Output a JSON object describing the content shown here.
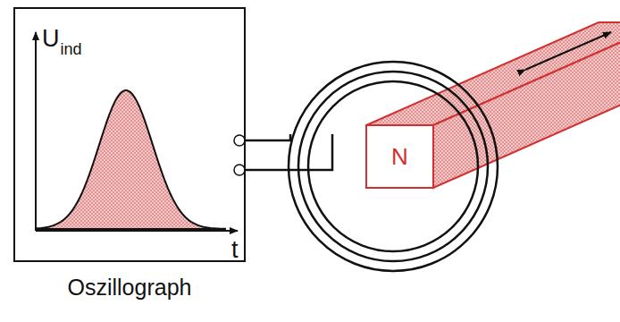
{
  "diagram": {
    "nodes": [
      {
        "text": [
          "Oszillograph"
        ]
      },
      {
        "text": [
          "N"
        ]
      }
    ],
    "labels": [
      "U",
      "ind",
      "t"
    ]
  }
}
